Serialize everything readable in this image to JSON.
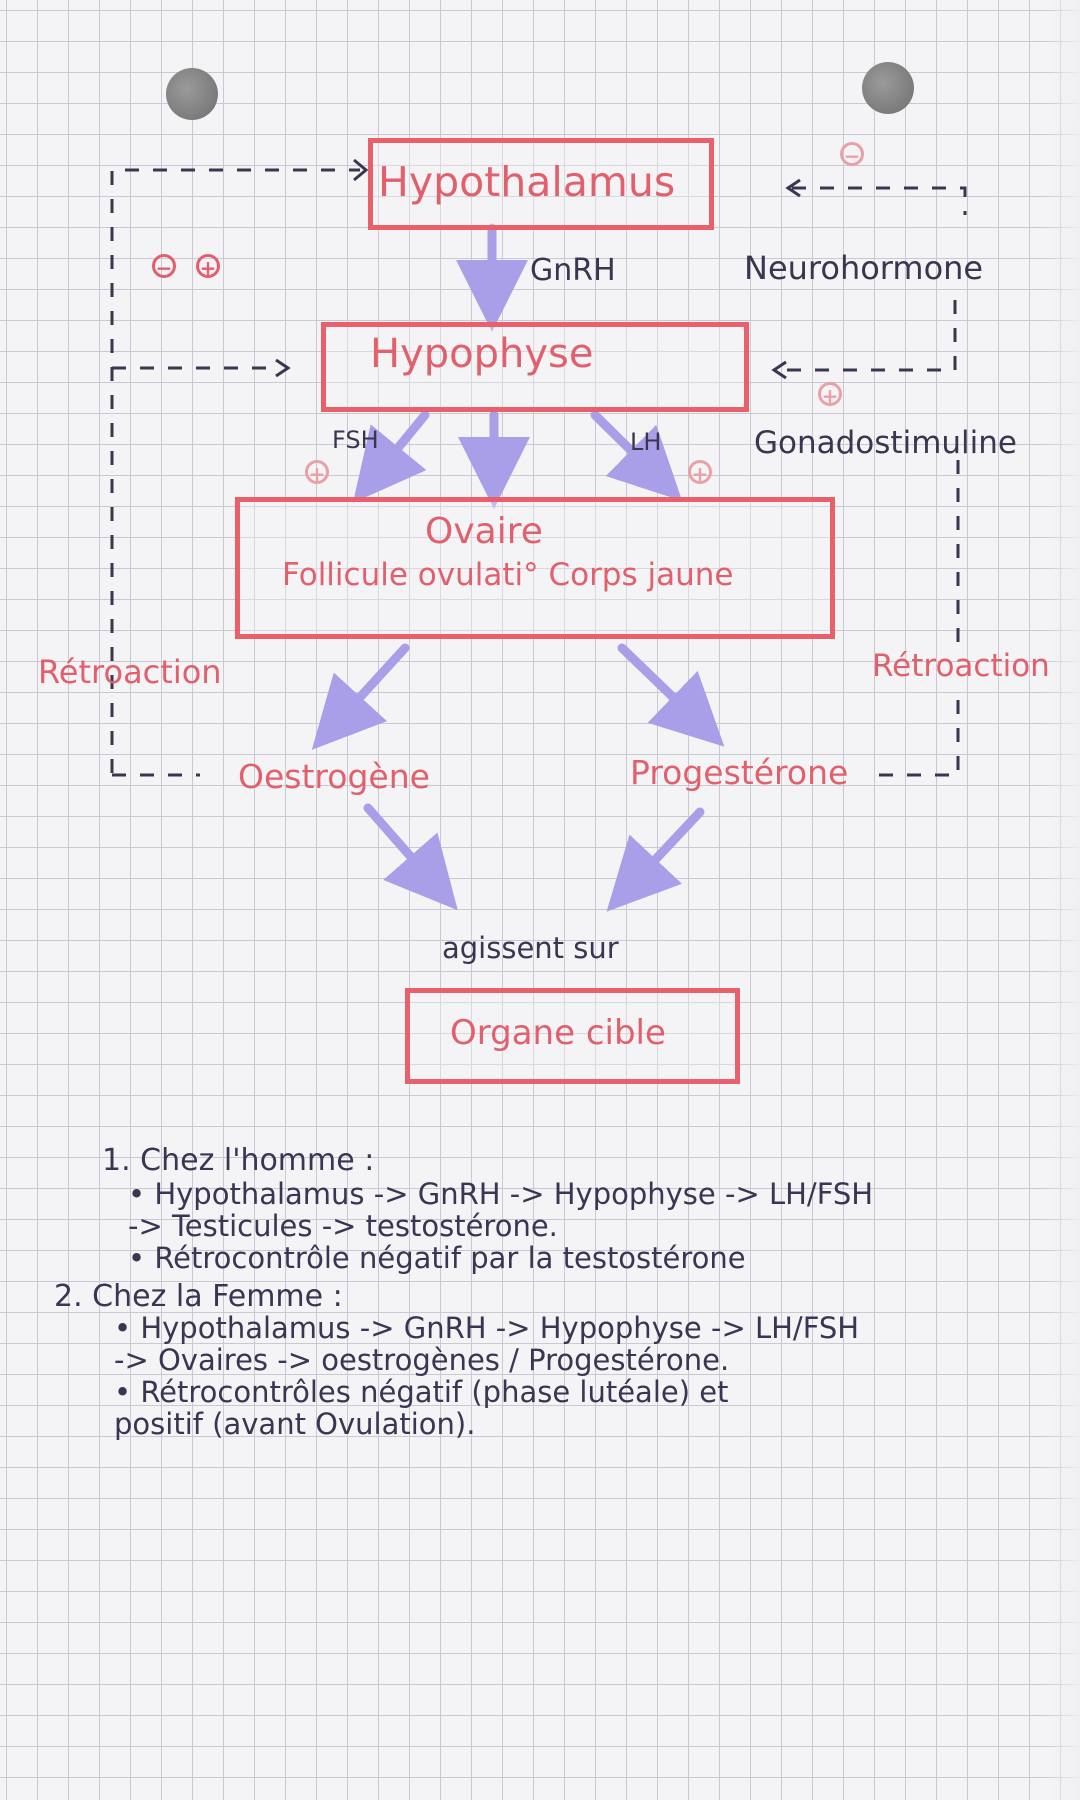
{
  "diagram": {
    "nodes": {
      "hypothalamus": "Hypothalamus",
      "hypophyse": "Hypophyse",
      "ovaire": "Ovaire",
      "ovaire_sub": "Follicule ovulati° Corps jaune",
      "organe": "Organe cible"
    },
    "labels": {
      "gnrh": "GnRH",
      "fsh": "FSH",
      "lh": "LH",
      "neurohormone": "Neurohormone",
      "gonadostimuline": "Gonadostimuline",
      "retroaction_left": "Rétroaction",
      "retroaction_right": "Rétroaction",
      "oestrogene": "Oestrogène",
      "progesterone": "Progestérone",
      "agissent": "agissent sur"
    },
    "signs": {
      "minus": "−",
      "plus": "+"
    },
    "colors": {
      "box": "#e8606a",
      "arrow": "#a99ee8",
      "dash": "#3b3650",
      "grid": "#c9c9d2"
    }
  },
  "notes": {
    "homme_title": "1. Chez l'homme :",
    "homme_line1": "• Hypothalamus -> GnRH -> Hypophyse -> LH/FSH",
    "homme_line2": "-> Testicules -> testostérone.",
    "homme_line3": "• Rétrocontrôle négatif par la testostérone",
    "femme_title": "2. Chez la Femme :",
    "femme_line1": "• Hypothalamus -> GnRH -> Hypophyse -> LH/FSH",
    "femme_line2": "-> Ovaires -> oestrogènes / Progestérone.",
    "femme_line3": "• Rétrocontrôles négatif (phase lutéale) et",
    "femme_line4": "positif (avant Ovulation)."
  }
}
